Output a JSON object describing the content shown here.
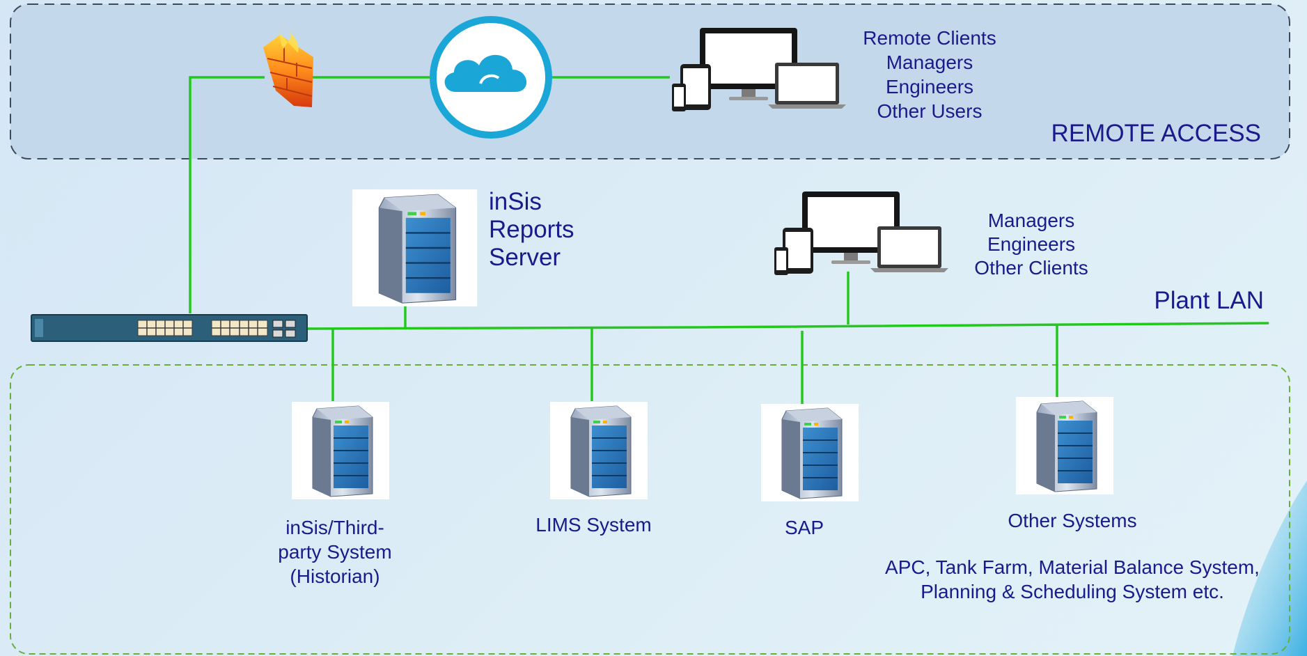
{
  "remote_access": {
    "title": "REMOTE ACCESS",
    "clients": [
      "Remote Clients",
      "Managers",
      "Engineers",
      "Other Users"
    ]
  },
  "firewall": {
    "icon": "firewall-icon",
    "label": "firewall"
  },
  "cloud": {
    "icon": "cloud-icon"
  },
  "reports_server": {
    "lines": [
      "inSis",
      "Reports",
      "Server"
    ]
  },
  "lan_clients": {
    "lines": [
      "Managers",
      "Engineers",
      "Other Clients"
    ]
  },
  "plant_lan": {
    "label": "Plant LAN"
  },
  "systems": {
    "historian": [
      "inSis/Third-",
      "party System",
      "(Historian)"
    ],
    "lims": "LIMS System",
    "sap": "SAP",
    "other": "Other Systems",
    "other_note": [
      "APC, Tank Farm, Material Balance System,",
      "Planning & Scheduling System etc."
    ]
  },
  "colors": {
    "link": "#22c91c",
    "text": "#1a1a8c",
    "remote_zone": "#c4d8ec",
    "cloud_ring": "#1aa7d8",
    "switch": "#2c5f7a"
  }
}
